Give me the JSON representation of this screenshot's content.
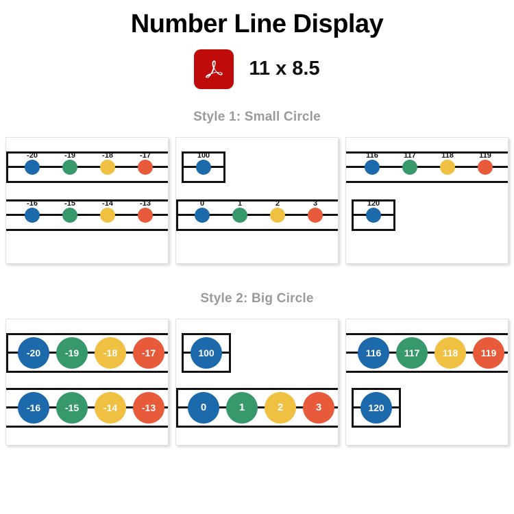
{
  "header": {
    "title": "Number Line Display",
    "icon": "pdf-icon",
    "icon_color": "#C00B0B",
    "size_label": "11 x 8.5"
  },
  "palette": {
    "blue": "#1C69AC",
    "green": "#37986C",
    "yellow": "#F0C042",
    "red": "#E75B3B",
    "line": "#111111",
    "section_title": "#9a9a9a"
  },
  "sections": [
    {
      "id": "style-1",
      "title": "Style 1: Small Circle",
      "circle_style": "small",
      "cards": [
        {
          "id": "card-1",
          "strips": [
            {
              "boxed": true,
              "nodes": [
                {
                  "label": "-20",
                  "color": "#1C69AC"
                },
                {
                  "label": "-19",
                  "color": "#37986C"
                },
                {
                  "label": "-18",
                  "color": "#F0C042"
                },
                {
                  "label": "-17",
                  "color": "#E75B3B"
                }
              ]
            },
            {
              "boxed": false,
              "nodes": [
                {
                  "label": "-16",
                  "color": "#1C69AC"
                },
                {
                  "label": "-15",
                  "color": "#37986C"
                },
                {
                  "label": "-14",
                  "color": "#F0C042"
                },
                {
                  "label": "-13",
                  "color": "#E75B3B"
                }
              ]
            }
          ]
        },
        {
          "id": "card-2",
          "strips": [
            {
              "boxed": true,
              "short": true,
              "nodes": [
                {
                  "label": "100",
                  "color": "#1C69AC"
                }
              ]
            },
            {
              "boxed": true,
              "nodes": [
                {
                  "label": "0",
                  "color": "#1C69AC"
                },
                {
                  "label": "1",
                  "color": "#37986C"
                },
                {
                  "label": "2",
                  "color": "#F0C042"
                },
                {
                  "label": "3",
                  "color": "#E75B3B"
                }
              ]
            }
          ]
        },
        {
          "id": "card-3",
          "strips": [
            {
              "boxed": false,
              "nodes": [
                {
                  "label": "116",
                  "color": "#1C69AC"
                },
                {
                  "label": "117",
                  "color": "#37986C"
                },
                {
                  "label": "118",
                  "color": "#F0C042"
                },
                {
                  "label": "119",
                  "color": "#E75B3B"
                }
              ]
            },
            {
              "boxed": true,
              "short": true,
              "nodes": [
                {
                  "label": "120",
                  "color": "#1C69AC"
                }
              ]
            }
          ]
        }
      ]
    },
    {
      "id": "style-2",
      "title": "Style 2: Big Circle",
      "circle_style": "big",
      "cards": [
        {
          "id": "card-1",
          "strips": [
            {
              "boxed": true,
              "nodes": [
                {
                  "label": "-20",
                  "color": "#1C69AC"
                },
                {
                  "label": "-19",
                  "color": "#37986C"
                },
                {
                  "label": "-18",
                  "color": "#F0C042"
                },
                {
                  "label": "-17",
                  "color": "#E75B3B"
                }
              ]
            },
            {
              "boxed": false,
              "nodes": [
                {
                  "label": "-16",
                  "color": "#1C69AC"
                },
                {
                  "label": "-15",
                  "color": "#37986C"
                },
                {
                  "label": "-14",
                  "color": "#F0C042"
                },
                {
                  "label": "-13",
                  "color": "#E75B3B"
                }
              ]
            }
          ]
        },
        {
          "id": "card-2",
          "strips": [
            {
              "boxed": true,
              "short": true,
              "nodes": [
                {
                  "label": "100",
                  "color": "#1C69AC"
                }
              ]
            },
            {
              "boxed": true,
              "nodes": [
                {
                  "label": "0",
                  "color": "#1C69AC"
                },
                {
                  "label": "1",
                  "color": "#37986C"
                },
                {
                  "label": "2",
                  "color": "#F0C042"
                },
                {
                  "label": "3",
                  "color": "#E75B3B"
                }
              ]
            }
          ]
        },
        {
          "id": "card-3",
          "strips": [
            {
              "boxed": false,
              "nodes": [
                {
                  "label": "116",
                  "color": "#1C69AC"
                },
                {
                  "label": "117",
                  "color": "#37986C"
                },
                {
                  "label": "118",
                  "color": "#F0C042"
                },
                {
                  "label": "119",
                  "color": "#E75B3B"
                }
              ]
            },
            {
              "boxed": true,
              "short": true,
              "nodes": [
                {
                  "label": "120",
                  "color": "#1C69AC"
                }
              ]
            }
          ]
        }
      ]
    }
  ]
}
